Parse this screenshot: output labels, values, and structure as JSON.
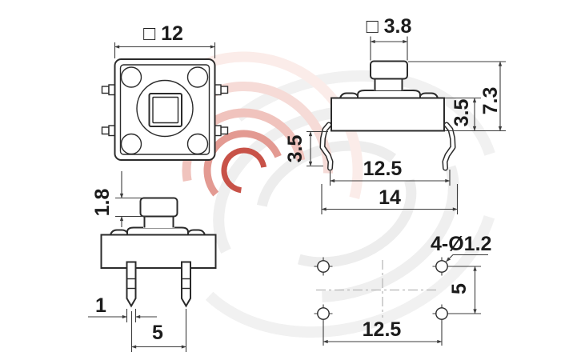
{
  "document": {
    "kind": "tact-switch-dimensional-drawing",
    "background": "#ffffff"
  },
  "views": {
    "top": {
      "label_width": "□ 12"
    },
    "side": {
      "label_stem_width": "□ 3.8",
      "label_total_height": "7.3",
      "label_body_height": "3.5",
      "label_lead_length": "3.5",
      "label_lead_span": "12.5",
      "label_overall_width": "14"
    },
    "front": {
      "label_stem_height": "1.8",
      "label_pin_width": "1",
      "label_pin_pitch": "5"
    },
    "footprint": {
      "label_holes": "4-Ø1.2",
      "label_row_pitch": "5",
      "label_col_pitch": "12.5"
    }
  },
  "colors": {
    "object_line": "#2b2b2b",
    "dimension_line": "#3c3c3c",
    "text": "#1c1c1c",
    "centerline": "#b5b5b5",
    "watermark_gray": "#ededed",
    "watermark_red": "#c85248",
    "watermark_pink": "#f3c9c4"
  }
}
